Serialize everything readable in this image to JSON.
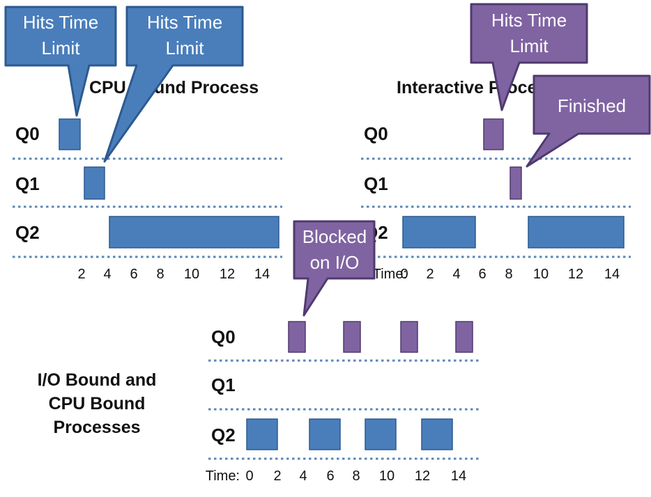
{
  "panels": {
    "cpu": {
      "title": "CPU Bound Process",
      "queues": [
        "Q0",
        "Q1",
        "Q2"
      ],
      "tick_labels": [
        "2",
        "4",
        "6",
        "8",
        "10",
        "12",
        "14"
      ],
      "color": "#4a7ebb"
    },
    "interactive": {
      "title": "Interactive Process",
      "queues": [
        "Q0",
        "Q1",
        "Q2"
      ],
      "time_label": "Time:",
      "tick_labels": [
        "0",
        "2",
        "4",
        "6",
        "8",
        "10",
        "12",
        "14"
      ],
      "color_interactive": "#8064a2",
      "color_cpu": "#4a7ebb"
    },
    "mixed": {
      "title_lines": [
        "I/O Bound and",
        "CPU Bound",
        "Processes"
      ],
      "queues": [
        "Q0",
        "Q1",
        "Q2"
      ],
      "time_label": "Time:",
      "tick_labels": [
        "0",
        "2",
        "4",
        "6",
        "8",
        "10",
        "12",
        "14"
      ]
    }
  },
  "callouts": {
    "cpu_hits_time_limit_1": [
      "Hits Time",
      "Limit"
    ],
    "cpu_hits_time_limit_2": [
      "Hits Time",
      "Limit"
    ],
    "interactive_hits_time_limit": [
      "Hits Time",
      "Limit"
    ],
    "interactive_finished": [
      "Finished"
    ],
    "blocked_on_io": [
      "Blocked",
      "on I/O"
    ]
  },
  "colors": {
    "cpu_fill": "#4a7ebb",
    "cpu_stroke": "#2c5a8f",
    "io_fill": "#8064a2",
    "io_stroke": "#4f3a6e",
    "divider": "#5b86b7"
  }
}
